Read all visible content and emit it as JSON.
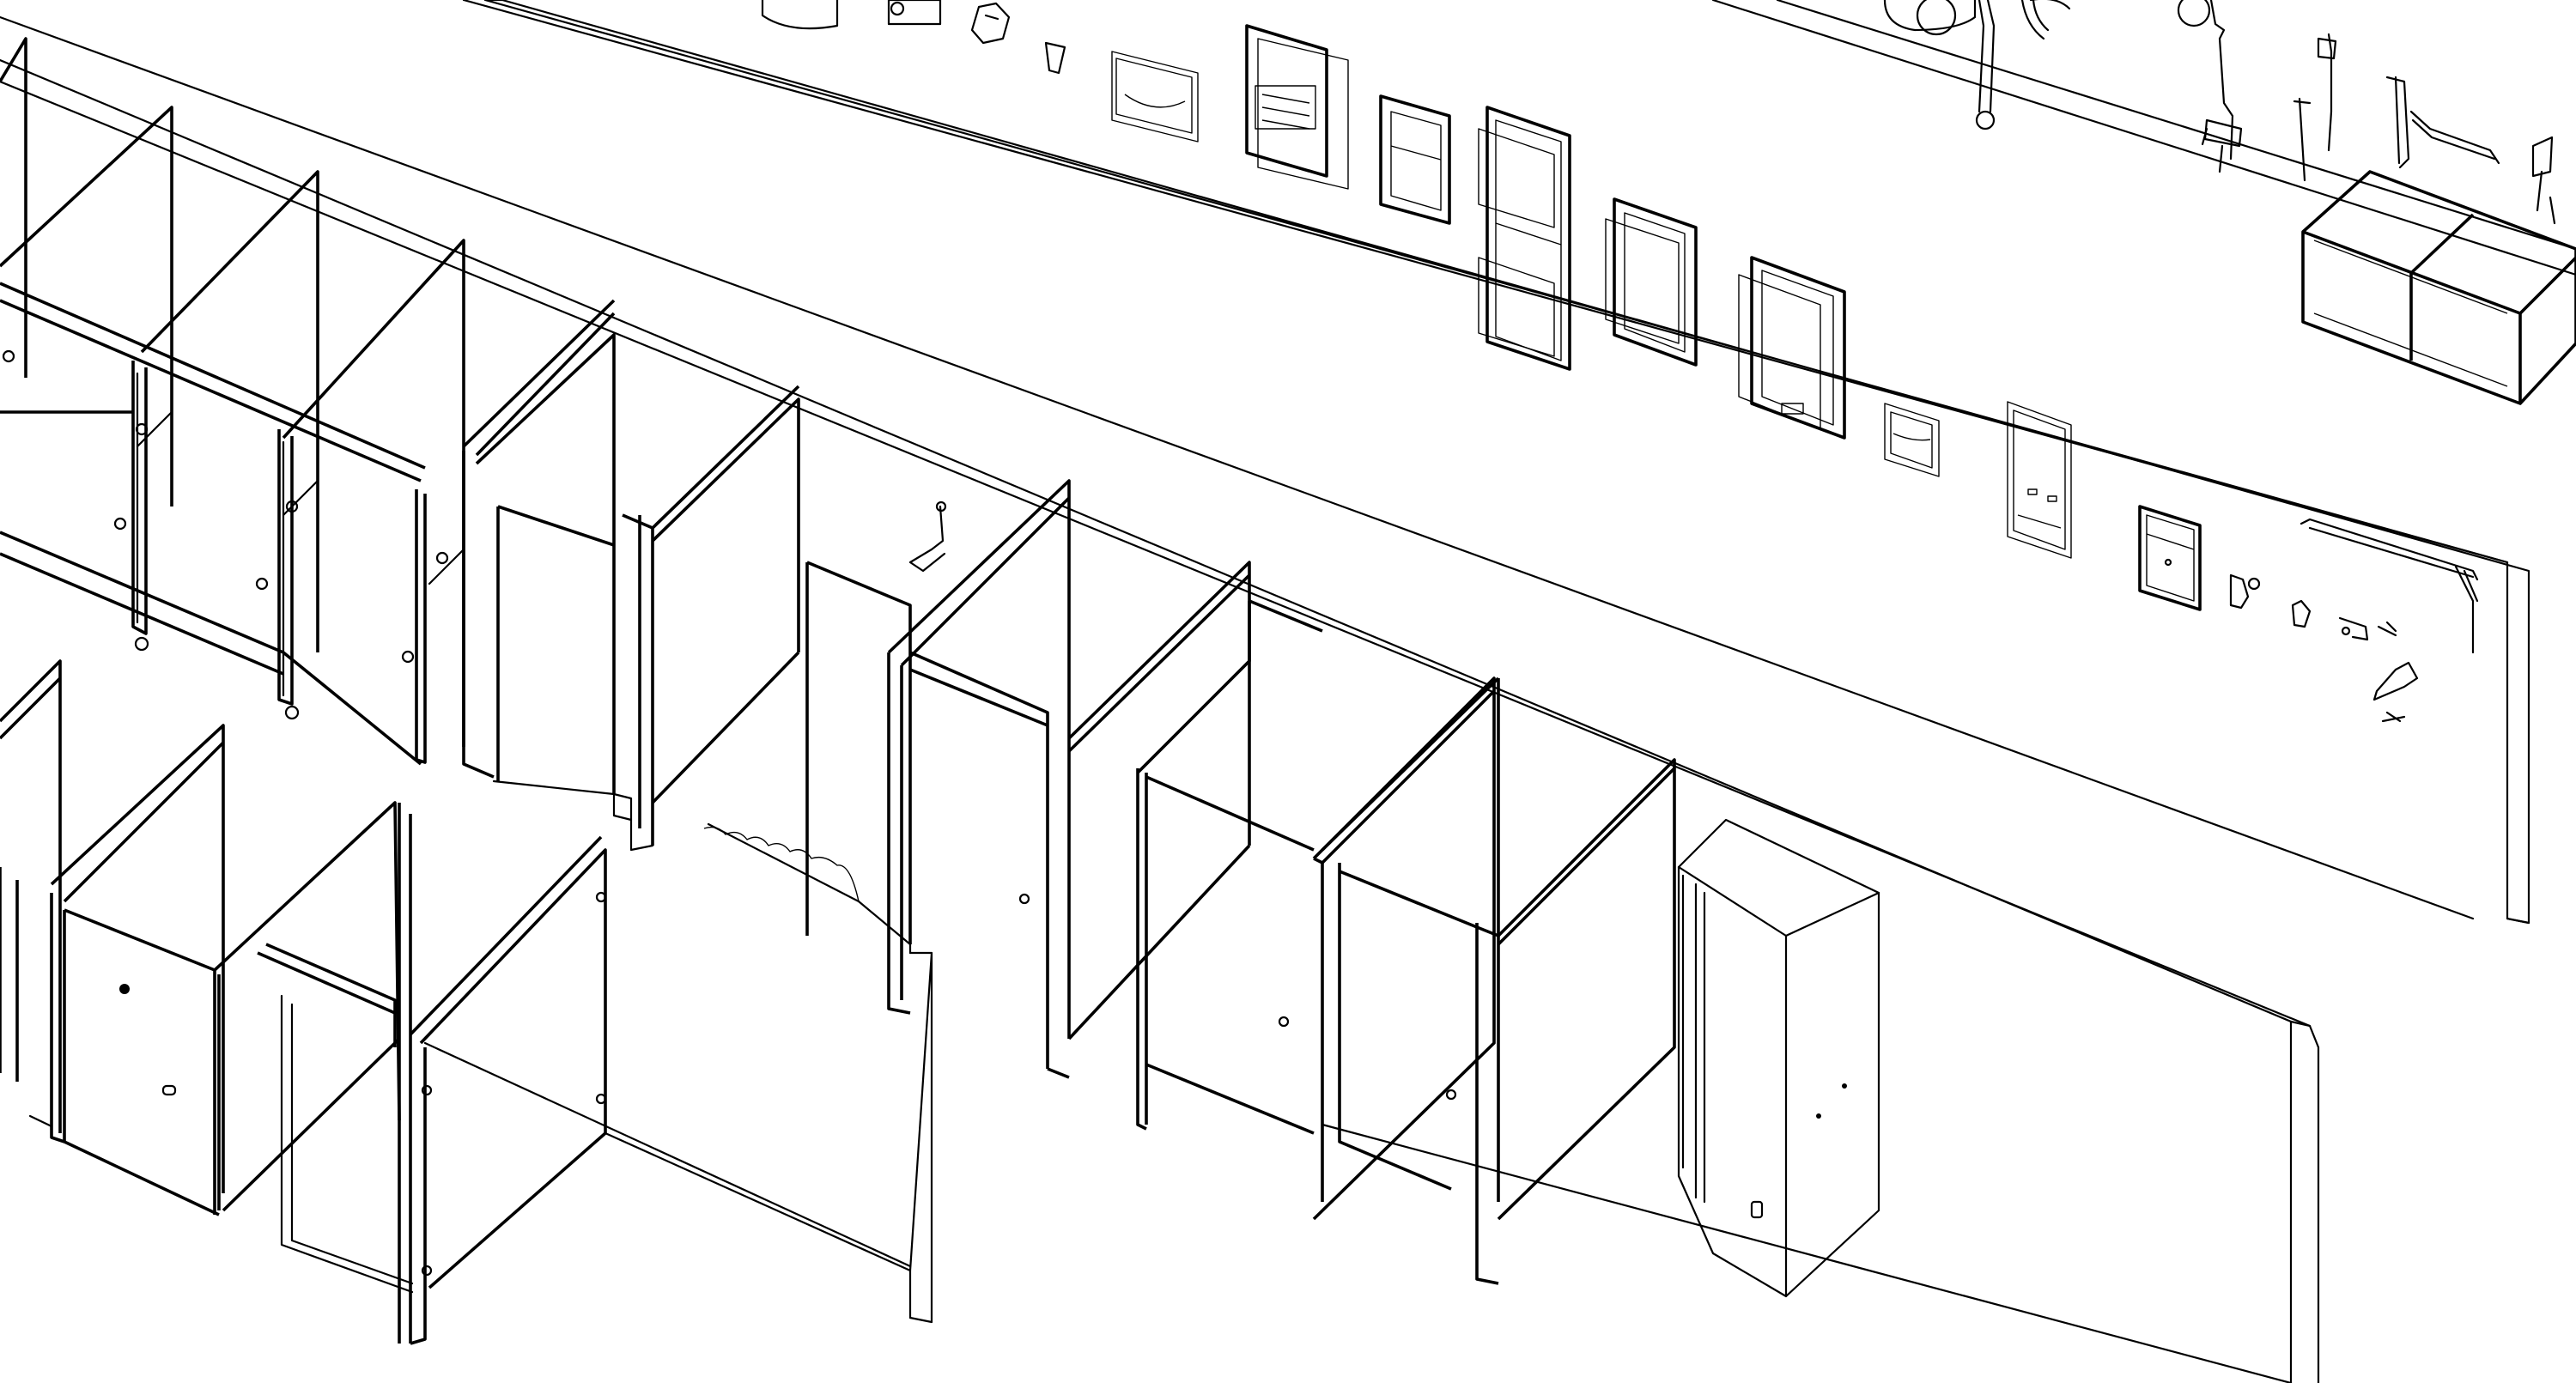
{
  "view": {
    "background_color": "#ffffff",
    "line_color": "#000000",
    "secondary_line_color": "#555555"
  },
  "model": {
    "partitions": [
      "toilet-compartment",
      "toilet-compartment",
      "toilet-compartment",
      "urinal-screen",
      "shower-compartment",
      "toilet-compartment",
      "toilet-compartment",
      "toilet-compartment",
      "locker-cabinet"
    ],
    "accessories": [
      "paper-towel-dispenser",
      "soap-dispenser",
      "seat-cover-dispenser",
      "recessed-waste-receptacle",
      "recessed-cabinet",
      "mirror",
      "grab-bar",
      "shower-head",
      "vanity-cabinet",
      "towel-ring",
      "toilet-paper-holder"
    ]
  }
}
